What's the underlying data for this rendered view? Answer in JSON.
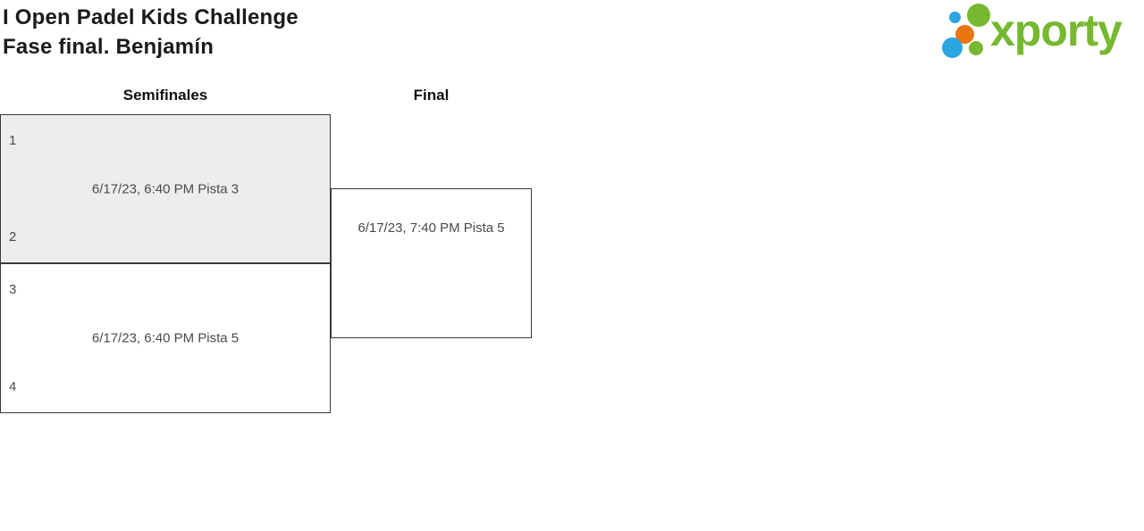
{
  "header": {
    "title_line1": "I Open Padel Kids Challenge",
    "title_line2": "Fase final. Benjamín"
  },
  "logo": {
    "wordmark": "xporty",
    "colors": {
      "green": "#76b82f",
      "blue": "#2aa5df",
      "orange": "#e97410"
    }
  },
  "bracket": {
    "rounds": [
      {
        "label": "Semifinales"
      },
      {
        "label": "Final"
      }
    ],
    "matches": {
      "semifinal1": {
        "seed_top": "1",
        "seed_bottom": "2",
        "schedule": "6/17/23, 6:40 PM Pista 3",
        "highlighted": true
      },
      "semifinal2": {
        "seed_top": "3",
        "seed_bottom": "4",
        "schedule": "6/17/23, 6:40 PM Pista 5",
        "highlighted": false
      },
      "final": {
        "schedule": "6/17/23, 7:40 PM Pista 5",
        "highlighted": false
      }
    }
  }
}
